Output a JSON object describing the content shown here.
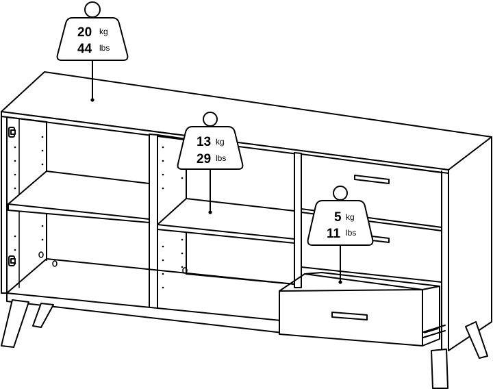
{
  "weights": {
    "top": {
      "kg_value": "20",
      "kg_unit": "kg",
      "lbs_value": "44",
      "lbs_unit": "lbs"
    },
    "shelf": {
      "kg_value": "13",
      "kg_unit": "kg",
      "lbs_value": "29",
      "lbs_unit": "lbs"
    },
    "drawer": {
      "kg_value": "5",
      "kg_unit": "kg",
      "lbs_value": "11",
      "lbs_unit": "lbs"
    }
  },
  "colors": {
    "line": "#000000",
    "background": "#ffffff"
  },
  "icons": [
    "weight-icon",
    "door-hinge-icon",
    "drawer-handle-icon",
    "drawer-runner-icon"
  ]
}
